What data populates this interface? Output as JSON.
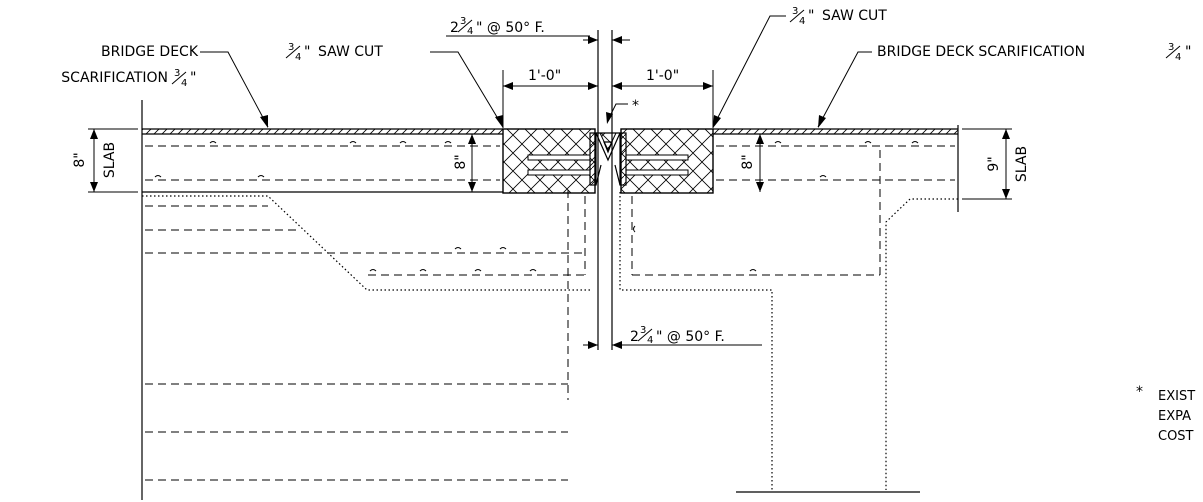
{
  "labels": {
    "bridge_deck_left_1": "BRIDGE DECK",
    "bridge_deck_left_2": "SCARIFICATION",
    "bridge_deck_right": "BRIDGE DECK SCARIFICATION",
    "saw_cut": "SAW CUT",
    "frac_num": "3",
    "frac_den": "4",
    "inch": "\"",
    "gap_top_whole": "2",
    "gap_top_rest": "\" @ 50° F.",
    "gap_bottom_whole": "2",
    "gap_bottom_rest": "\" @ 50° F.",
    "one_foot_left": "1'-0\"",
    "one_foot_right": "1'-0\"",
    "asterisk": "*",
    "slab_left_dim": "8\"",
    "slab_left_word": "SLAB",
    "inner_left_dim": "8\"",
    "inner_right_dim": "8\"",
    "slab_right_dim": "9\"",
    "slab_right_word": "SLAB",
    "note_star": "*",
    "note_line1": "EXIST",
    "note_line2": "EXPA",
    "note_line3": "COST"
  }
}
